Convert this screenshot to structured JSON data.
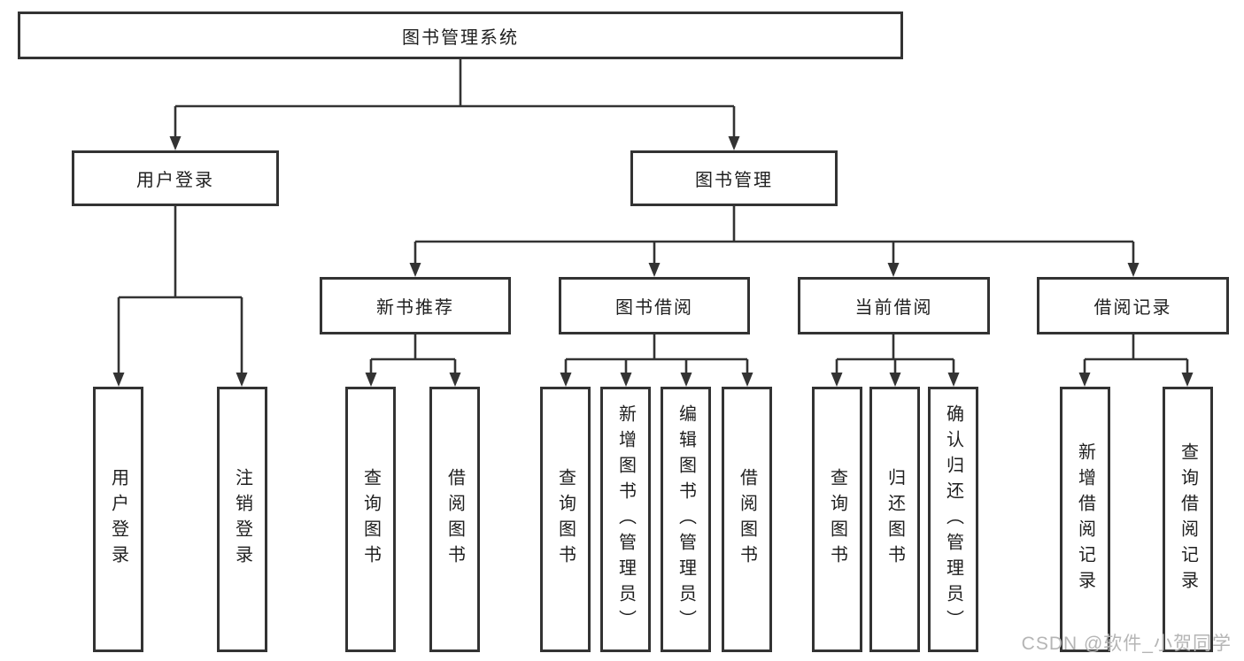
{
  "tree": {
    "root": {
      "label": "图书管理系统"
    },
    "level2": [
      {
        "label": "用户登录"
      },
      {
        "label": "图书管理"
      }
    ],
    "level3": [
      {
        "label": "新书推荐"
      },
      {
        "label": "图书借阅"
      },
      {
        "label": "当前借阅"
      },
      {
        "label": "借阅记录"
      }
    ],
    "leaves": {
      "login": [
        {
          "label": "用户登录"
        },
        {
          "label": "注销登录"
        }
      ],
      "recommend": [
        {
          "label": "查询图书"
        },
        {
          "label": "借阅图书"
        }
      ],
      "borrow": [
        {
          "label": "查询图书"
        },
        {
          "label": "新增图书（管理员）"
        },
        {
          "label": "编辑图书（管理员）"
        },
        {
          "label": "借阅图书"
        }
      ],
      "current": [
        {
          "label": "查询图书"
        },
        {
          "label": "归还图书"
        },
        {
          "label": "确认归还（管理员）"
        }
      ],
      "records": [
        {
          "label": "新增借阅记录"
        },
        {
          "label": "查询借阅记录"
        }
      ]
    }
  },
  "watermark": {
    "text": "CSDN @软件_小贺同学"
  },
  "colors": {
    "line": "#333333",
    "box_border": "#333333",
    "box_fill": "#ffffff",
    "text": "#1f1f1f",
    "watermark": "#b5b5b5"
  }
}
